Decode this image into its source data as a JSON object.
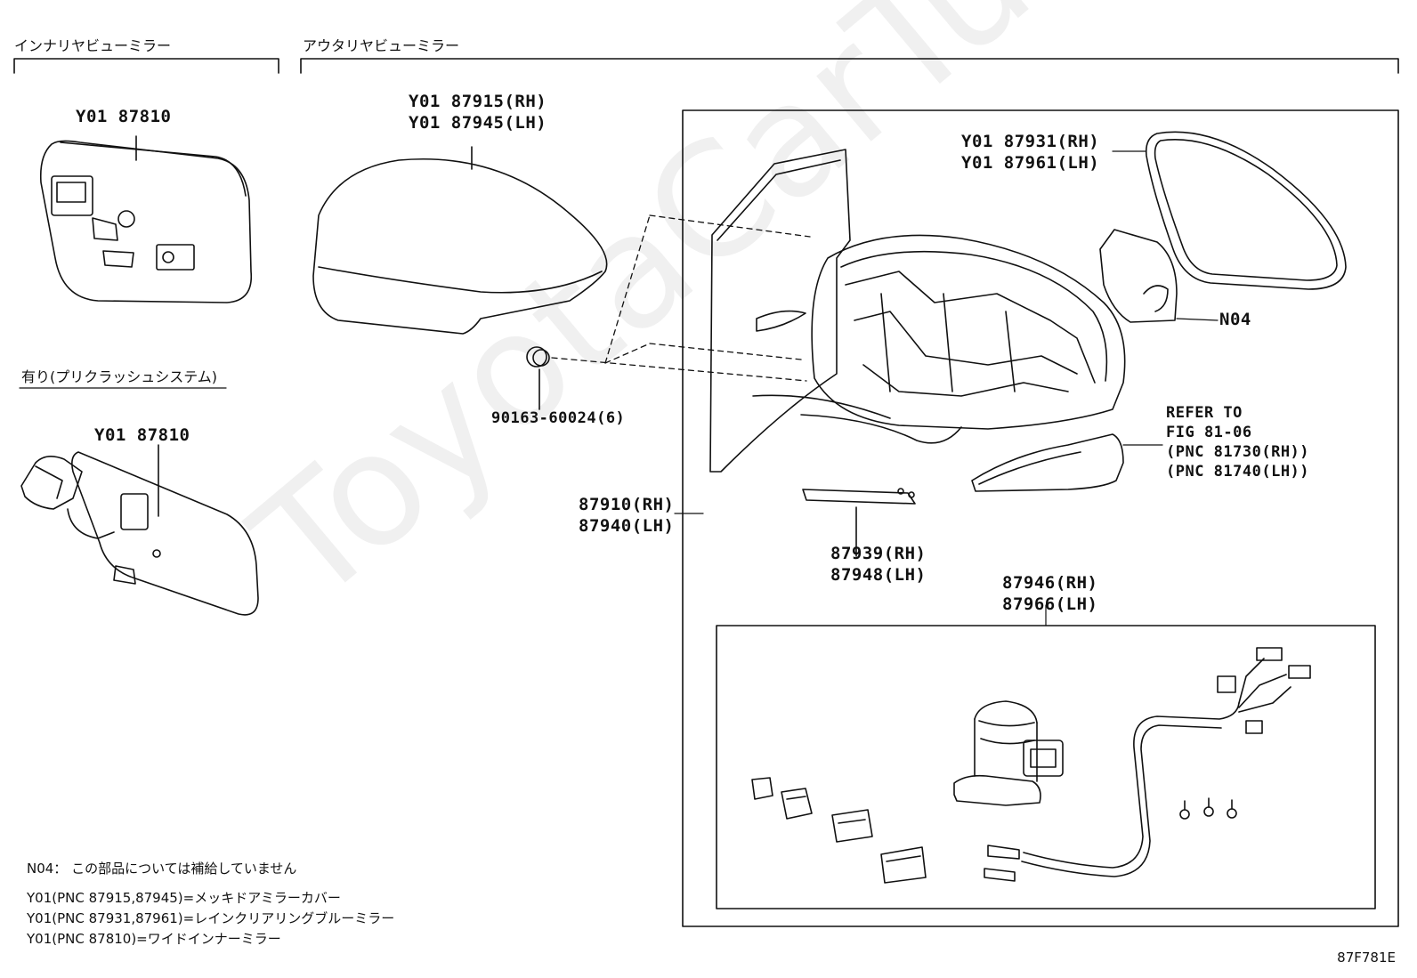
{
  "sections": {
    "inner_mirror": "インナリヤビューミラー",
    "outer_mirror": "アウタリヤビューミラー",
    "pre_crash_variant": "有り(プリクラッシュシステム)"
  },
  "callouts": {
    "inner_mirror_top": "Y01 87810",
    "inner_mirror_bottom": "Y01 87810",
    "mirror_cover_rh": "Y01 87915(RH)",
    "mirror_cover_lh": "Y01 87945(LH)",
    "mirror_glass_rh": "Y01 87931(RH)",
    "mirror_glass_lh": "Y01 87961(LH)",
    "holder_n04": "N04",
    "clip": "90163-60024(6)",
    "refer_1": "REFER TO",
    "refer_2": "FIG 81-06",
    "refer_3": "(PNC 81730(RH))",
    "refer_4": "(PNC 81740(LH))",
    "assy_rh": "87910(RH)",
    "assy_lh": "87940(LH)",
    "lamp_rh": "87939(RH)",
    "lamp_lh": "87948(LH)",
    "motor_rh": "87946(RH)",
    "motor_lh": "87966(LH)"
  },
  "notes": [
    "N04： この部品については補給していません",
    "Y01(PNC 87915,87945)=メッキドアミラーカバー",
    "Y01(PNC 87931,87961)=レインクリアリングブルーミラー",
    "Y01(PNC 87810)=ワイドインナーミラー"
  ],
  "figure_code": "87F781E",
  "watermark": "ToyotaCarTune.ru"
}
